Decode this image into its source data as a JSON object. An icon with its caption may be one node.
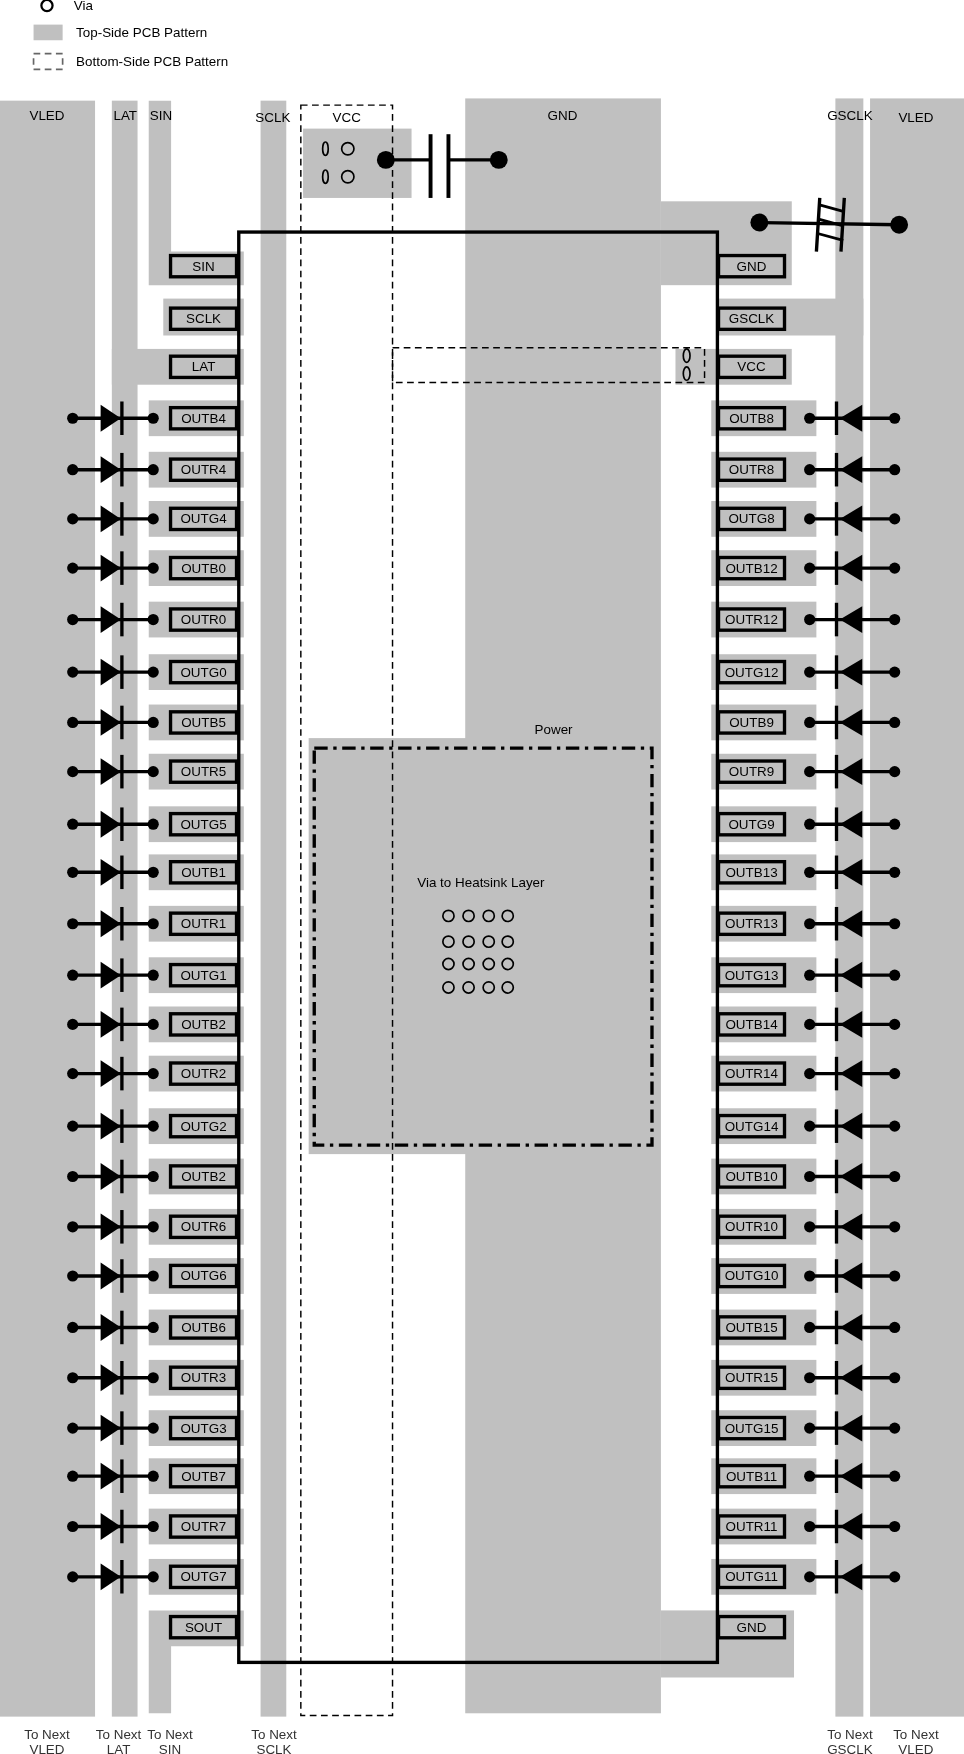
{
  "diagram": {
    "nodes": [
      {
        "text": [],
        "shape": "box"
      },
      {
        "text": [
          "SIN"
        ]
      },
      {
        "text": [
          "SCLK"
        ]
      },
      {
        "text": [
          "LAT"
        ]
      },
      {
        "text": [
          "OUTB4"
        ]
      },
      {
        "text": [
          "OUTR4"
        ]
      },
      {
        "text": [
          "OUTG4"
        ]
      },
      {
        "text": [
          "OUTB0"
        ]
      },
      {
        "text": [
          "OUTR0"
        ]
      },
      {
        "text": [
          "OUTG0"
        ]
      },
      {
        "text": [
          "OUTB5"
        ]
      },
      {
        "text": [
          "OUTR5"
        ]
      },
      {
        "text": [
          "OUTG5"
        ]
      },
      {
        "text": [
          "OUTB1"
        ]
      },
      {
        "text": [
          "OUTR1"
        ]
      },
      {
        "text": [
          "OUTG1"
        ]
      },
      {
        "text": [
          "OUTB2"
        ]
      },
      {
        "text": [
          "OUTR2"
        ]
      },
      {
        "text": [
          "OUTG2"
        ]
      },
      {
        "text": [
          "OUTB2"
        ]
      },
      {
        "text": [
          "OUTR6"
        ]
      },
      {
        "text": [
          "OUTG6"
        ]
      },
      {
        "text": [
          "OUTB6"
        ]
      },
      {
        "text": [
          "OUTR3"
        ]
      },
      {
        "text": [
          "OUTG3"
        ]
      },
      {
        "text": [
          "OUTB7"
        ]
      },
      {
        "text": [
          "OUTR7"
        ]
      },
      {
        "text": [
          "OUTG7"
        ]
      },
      {
        "text": [
          "SOUT"
        ]
      },
      {
        "text": [
          "GND"
        ]
      },
      {
        "text": [
          "GSCLK"
        ]
      },
      {
        "text": [
          "VCC"
        ]
      },
      {
        "text": [
          "OUTB8"
        ]
      },
      {
        "text": [
          "OUTR8"
        ]
      },
      {
        "text": [
          "OUTG8"
        ]
      },
      {
        "text": [
          "OUTB12"
        ]
      },
      {
        "text": [
          "OUTR12"
        ]
      },
      {
        "text": [
          "OUTG12"
        ]
      },
      {
        "text": [
          "OUTB9"
        ]
      },
      {
        "text": [
          "OUTR9"
        ]
      },
      {
        "text": [
          "OUTG9"
        ]
      },
      {
        "text": [
          "OUTB13"
        ]
      },
      {
        "text": [
          "OUTR13"
        ]
      },
      {
        "text": [
          "OUTG13"
        ]
      },
      {
        "text": [
          "OUTB14"
        ]
      },
      {
        "text": [
          "OUTR14"
        ]
      },
      {
        "text": [
          "OUTG14"
        ]
      },
      {
        "text": [
          "OUTB10"
        ]
      },
      {
        "text": [
          "OUTR10"
        ]
      },
      {
        "text": [
          "OUTG10"
        ]
      },
      {
        "text": [
          "OUTB15"
        ]
      },
      {
        "text": [
          "OUTR15"
        ]
      },
      {
        "text": [
          "OUTG15"
        ]
      },
      {
        "text": [
          "OUTB11"
        ]
      },
      {
        "text": [
          "OUTR11"
        ]
      },
      {
        "text": [
          "OUTG11"
        ]
      },
      {
        "text": [
          "GND"
        ]
      }
    ],
    "labels": [
      "VLED",
      "LAT",
      "SIN",
      "SCLK",
      "VCC",
      "GND",
      "GSCLK",
      "VLED",
      "Power",
      "Via to Heatsink Layer",
      "To Next VLED",
      "To Next LAT",
      "To Next SIN",
      "To Next SCLK",
      "To Next GSCLK",
      "To Next VLED"
    ],
    "legend": [
      {
        "text": "Via"
      },
      {
        "text": "Top-Side PCB Pattern",
        "color": "#c0c0c0"
      },
      {
        "text": "Bottom-Side PCB Pattern"
      }
    ]
  }
}
